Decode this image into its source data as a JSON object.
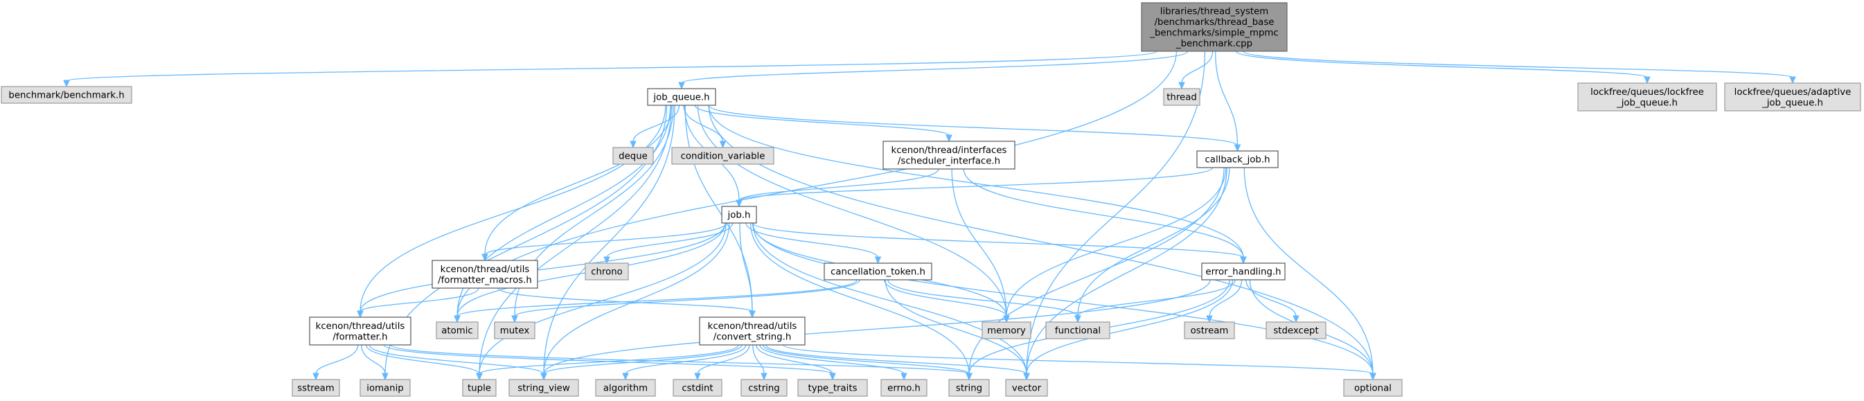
{
  "colors": {
    "edge": "#63b8ff",
    "root_fill": "#999999",
    "external_fill": "#e0e0e0",
    "internal_fill": "#ffffff"
  },
  "nodes": [
    {
      "id": "root",
      "kind": "root",
      "lines": [
        "libraries/thread_system",
        "/benchmarks/thread_base",
        "_benchmarks/simple_mpmc",
        "_benchmark.cpp"
      ]
    },
    {
      "id": "benchmark",
      "kind": "ext",
      "lines": [
        "benchmark/benchmark.h"
      ]
    },
    {
      "id": "job_queue",
      "kind": "inc",
      "lines": [
        "job_queue.h"
      ]
    },
    {
      "id": "thread",
      "kind": "ext",
      "lines": [
        "thread"
      ]
    },
    {
      "id": "lockfree_job_queue",
      "kind": "ext",
      "lines": [
        "lockfree/queues/lockfree",
        "_job_queue.h"
      ]
    },
    {
      "id": "adaptive_job_queue",
      "kind": "ext",
      "lines": [
        "lockfree/queues/adaptive",
        "_job_queue.h"
      ]
    },
    {
      "id": "deque",
      "kind": "ext",
      "lines": [
        "deque"
      ]
    },
    {
      "id": "condition_variable",
      "kind": "ext",
      "lines": [
        "condition_variable"
      ]
    },
    {
      "id": "scheduler_interface",
      "kind": "inc",
      "lines": [
        "kcenon/thread/interfaces",
        "/scheduler_interface.h"
      ]
    },
    {
      "id": "callback_job",
      "kind": "inc",
      "lines": [
        "callback_job.h"
      ]
    },
    {
      "id": "job",
      "kind": "inc",
      "lines": [
        "job.h"
      ]
    },
    {
      "id": "chrono",
      "kind": "ext",
      "lines": [
        "chrono"
      ]
    },
    {
      "id": "formatter_macros",
      "kind": "inc",
      "lines": [
        "kcenon/thread/utils",
        "/formatter_macros.h"
      ]
    },
    {
      "id": "cancellation_token",
      "kind": "inc",
      "lines": [
        "cancellation_token.h"
      ]
    },
    {
      "id": "error_handling",
      "kind": "inc",
      "lines": [
        "error_handling.h"
      ]
    },
    {
      "id": "formatter",
      "kind": "inc",
      "lines": [
        "kcenon/thread/utils",
        "/formatter.h"
      ]
    },
    {
      "id": "atomic",
      "kind": "ext",
      "lines": [
        "atomic"
      ]
    },
    {
      "id": "mutex",
      "kind": "ext",
      "lines": [
        "mutex"
      ]
    },
    {
      "id": "convert_string",
      "kind": "inc",
      "lines": [
        "kcenon/thread/utils",
        "/convert_string.h"
      ]
    },
    {
      "id": "memory",
      "kind": "ext",
      "lines": [
        "memory"
      ]
    },
    {
      "id": "functional",
      "kind": "ext",
      "lines": [
        "functional"
      ]
    },
    {
      "id": "ostream",
      "kind": "ext",
      "lines": [
        "ostream"
      ]
    },
    {
      "id": "stdexcept",
      "kind": "ext",
      "lines": [
        "stdexcept"
      ]
    },
    {
      "id": "sstream",
      "kind": "ext",
      "lines": [
        "sstream"
      ]
    },
    {
      "id": "iomanip",
      "kind": "ext",
      "lines": [
        "iomanip"
      ]
    },
    {
      "id": "tuple",
      "kind": "ext",
      "lines": [
        "tuple"
      ]
    },
    {
      "id": "string_view",
      "kind": "ext",
      "lines": [
        "string_view"
      ]
    },
    {
      "id": "algorithm",
      "kind": "ext",
      "lines": [
        "algorithm"
      ]
    },
    {
      "id": "cstdint",
      "kind": "ext",
      "lines": [
        "cstdint"
      ]
    },
    {
      "id": "cstring",
      "kind": "ext",
      "lines": [
        "cstring"
      ]
    },
    {
      "id": "type_traits",
      "kind": "ext",
      "lines": [
        "type_traits"
      ]
    },
    {
      "id": "errno",
      "kind": "ext",
      "lines": [
        "errno.h"
      ]
    },
    {
      "id": "string",
      "kind": "ext",
      "lines": [
        "string"
      ]
    },
    {
      "id": "vector",
      "kind": "ext",
      "lines": [
        "vector"
      ]
    },
    {
      "id": "optional",
      "kind": "ext",
      "lines": [
        "optional"
      ]
    }
  ],
  "edges": [
    [
      "root",
      "benchmark"
    ],
    [
      "root",
      "job_queue"
    ],
    [
      "root",
      "thread"
    ],
    [
      "root",
      "lockfree_job_queue"
    ],
    [
      "root",
      "adaptive_job_queue"
    ],
    [
      "root",
      "callback_job"
    ],
    [
      "root",
      "atomic"
    ],
    [
      "root",
      "vector"
    ],
    [
      "job_queue",
      "deque"
    ],
    [
      "job_queue",
      "condition_variable"
    ],
    [
      "job_queue",
      "scheduler_interface"
    ],
    [
      "job_queue",
      "callback_job"
    ],
    [
      "job_queue",
      "job"
    ],
    [
      "job_queue",
      "formatter_macros"
    ],
    [
      "job_queue",
      "error_handling"
    ],
    [
      "job_queue",
      "formatter"
    ],
    [
      "job_queue",
      "atomic"
    ],
    [
      "job_queue",
      "mutex"
    ],
    [
      "job_queue",
      "convert_string"
    ],
    [
      "job_queue",
      "memory"
    ],
    [
      "job_queue",
      "optional"
    ],
    [
      "job_queue",
      "tuple"
    ],
    [
      "job_queue",
      "string_view"
    ],
    [
      "job_queue",
      "iomanip"
    ],
    [
      "scheduler_interface",
      "job"
    ],
    [
      "scheduler_interface",
      "error_handling"
    ],
    [
      "scheduler_interface",
      "memory"
    ],
    [
      "callback_job",
      "job"
    ],
    [
      "callback_job",
      "memory"
    ],
    [
      "callback_job",
      "functional"
    ],
    [
      "callback_job",
      "string"
    ],
    [
      "callback_job",
      "vector"
    ],
    [
      "callback_job",
      "optional"
    ],
    [
      "job",
      "chrono"
    ],
    [
      "job",
      "formatter_macros"
    ],
    [
      "job",
      "cancellation_token"
    ],
    [
      "job",
      "error_handling"
    ],
    [
      "job",
      "formatter"
    ],
    [
      "job",
      "atomic"
    ],
    [
      "job",
      "convert_string"
    ],
    [
      "job",
      "memory"
    ],
    [
      "job",
      "string_view"
    ],
    [
      "job",
      "tuple"
    ],
    [
      "job",
      "string"
    ],
    [
      "job",
      "vector"
    ],
    [
      "job",
      "optional"
    ],
    [
      "formatter_macros",
      "formatter"
    ],
    [
      "formatter_macros",
      "convert_string"
    ],
    [
      "cancellation_token",
      "atomic"
    ],
    [
      "cancellation_token",
      "mutex"
    ],
    [
      "cancellation_token",
      "memory"
    ],
    [
      "cancellation_token",
      "functional"
    ],
    [
      "cancellation_token",
      "vector"
    ],
    [
      "error_handling",
      "functional"
    ],
    [
      "error_handling",
      "ostream"
    ],
    [
      "error_handling",
      "stdexcept"
    ],
    [
      "error_handling",
      "optional"
    ],
    [
      "error_handling",
      "string"
    ],
    [
      "error_handling",
      "string_view"
    ],
    [
      "error_handling",
      "vector"
    ],
    [
      "formatter",
      "sstream"
    ],
    [
      "formatter",
      "iomanip"
    ],
    [
      "formatter",
      "tuple"
    ],
    [
      "formatter",
      "string_view"
    ],
    [
      "formatter",
      "type_traits"
    ],
    [
      "formatter",
      "string"
    ],
    [
      "convert_string",
      "tuple"
    ],
    [
      "convert_string",
      "string_view"
    ],
    [
      "convert_string",
      "algorithm"
    ],
    [
      "convert_string",
      "cstdint"
    ],
    [
      "convert_string",
      "cstring"
    ],
    [
      "convert_string",
      "type_traits"
    ],
    [
      "convert_string",
      "errno"
    ],
    [
      "convert_string",
      "string"
    ],
    [
      "convert_string",
      "vector"
    ],
    [
      "convert_string",
      "optional"
    ]
  ]
}
